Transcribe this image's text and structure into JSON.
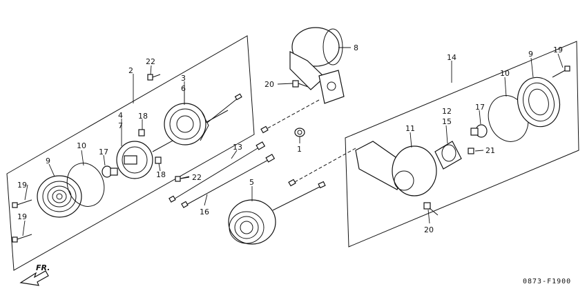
{
  "diagram": {
    "callouts": [
      {
        "id": "c1",
        "text": "1"
      },
      {
        "id": "c2",
        "text": "2"
      },
      {
        "id": "c3",
        "text": "3"
      },
      {
        "id": "c4",
        "text": "4"
      },
      {
        "id": "c5",
        "text": "5"
      },
      {
        "id": "c6",
        "text": "6"
      },
      {
        "id": "c7",
        "text": "7"
      },
      {
        "id": "c8",
        "text": "8"
      },
      {
        "id": "c9a",
        "text": "9"
      },
      {
        "id": "c9b",
        "text": "9"
      },
      {
        "id": "c10a",
        "text": "10"
      },
      {
        "id": "c10b",
        "text": "10"
      },
      {
        "id": "c11",
        "text": "11"
      },
      {
        "id": "c12",
        "text": "12"
      },
      {
        "id": "c13",
        "text": "13"
      },
      {
        "id": "c14",
        "text": "14"
      },
      {
        "id": "c15",
        "text": "15"
      },
      {
        "id": "c16",
        "text": "16"
      },
      {
        "id": "c17a",
        "text": "17"
      },
      {
        "id": "c17b",
        "text": "17"
      },
      {
        "id": "c18a",
        "text": "18"
      },
      {
        "id": "c18b",
        "text": "18"
      },
      {
        "id": "c19a",
        "text": "19"
      },
      {
        "id": "c19b",
        "text": "19"
      },
      {
        "id": "c19c",
        "text": "19"
      },
      {
        "id": "c20a",
        "text": "20"
      },
      {
        "id": "c20b",
        "text": "20"
      },
      {
        "id": "c21",
        "text": "21"
      },
      {
        "id": "c22a",
        "text": "22"
      },
      {
        "id": "c22b",
        "text": "22"
      }
    ],
    "direction_label": "FR.",
    "figure_code": "0873-F1900"
  }
}
